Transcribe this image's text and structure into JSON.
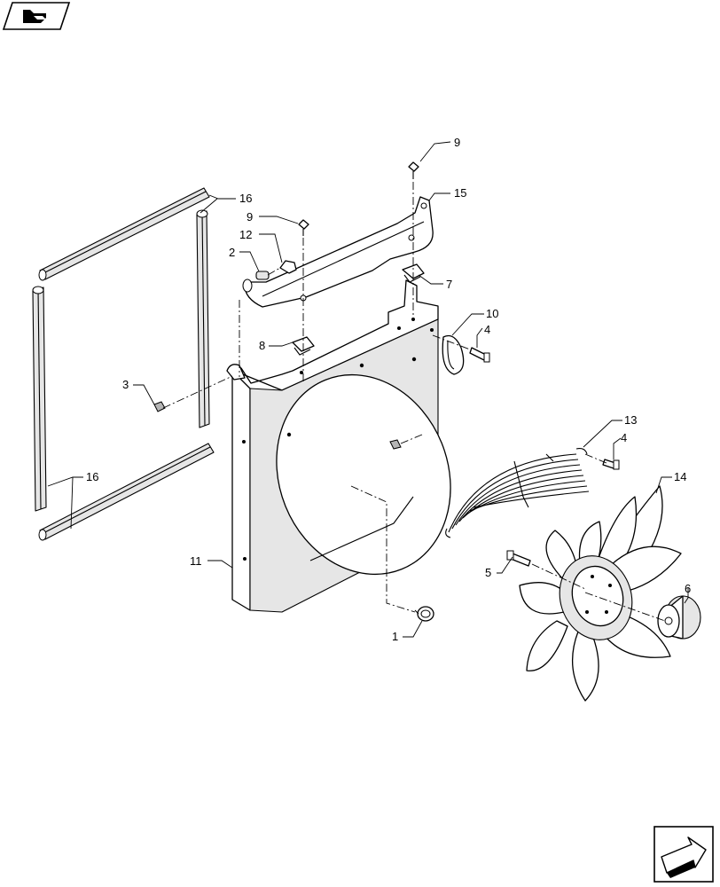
{
  "colors": {
    "line": "#000000",
    "background": "#ffffff",
    "shade": "#e6e6e6"
  },
  "icons": {
    "top_left": "back-navigation-icon",
    "bottom_right": "next-page-arrow-icon"
  },
  "callouts": {
    "c1": "1",
    "c2": "2",
    "c3": "3",
    "c4a": "4",
    "c4b": "4",
    "c5": "5",
    "c6": "6",
    "c7": "7",
    "c8": "8",
    "c9a": "9",
    "c9b": "9",
    "c10": "10",
    "c11": "11",
    "c12": "12",
    "c13": "13",
    "c14": "14",
    "c15": "15",
    "c16a": "16",
    "c16b": "16"
  }
}
